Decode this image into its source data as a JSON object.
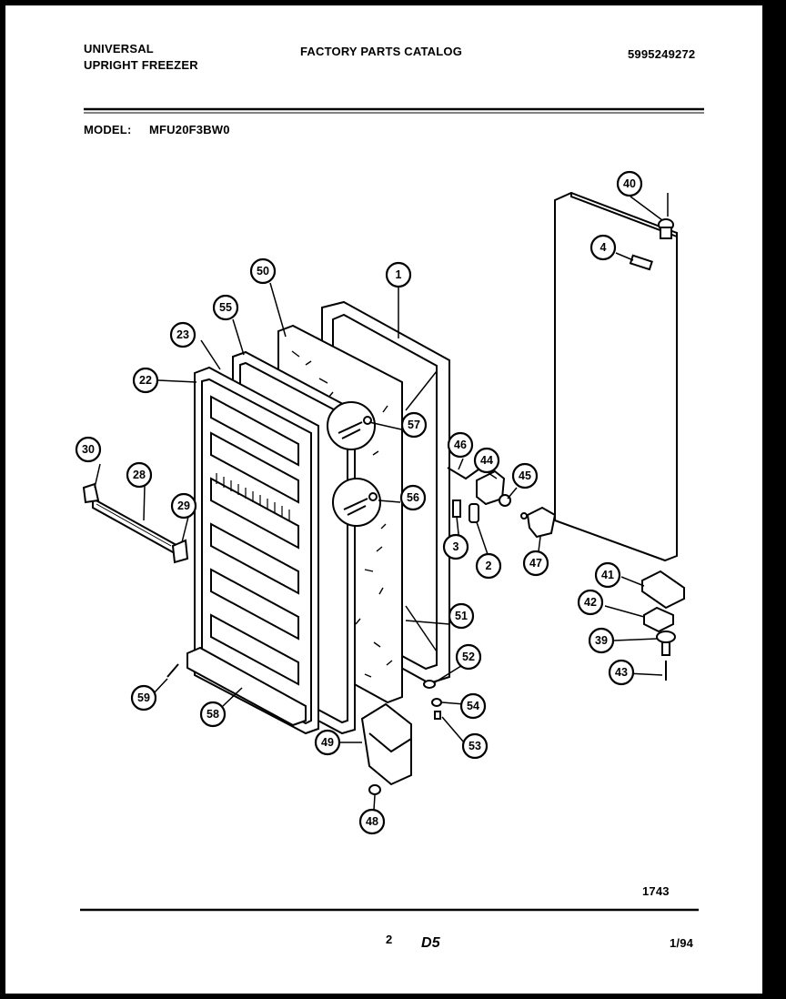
{
  "header": {
    "brand_line1": "UNIVERSAL",
    "brand_line2": "UPRIGHT FREEZER",
    "catalog_title": "FACTORY PARTS CATALOG",
    "catalog_number": "5995249272",
    "model_label": "MODEL:",
    "model_value": "MFU20F3BW0"
  },
  "footer": {
    "diagram_code": "1743",
    "page_number": "2",
    "section": "D5",
    "date": "1/94"
  },
  "callouts": [
    "1",
    "2",
    "3",
    "4",
    "22",
    "23",
    "28",
    "29",
    "30",
    "39",
    "40",
    "41",
    "42",
    "43",
    "44",
    "45",
    "46",
    "47",
    "48",
    "49",
    "50",
    "51",
    "52",
    "53",
    "54",
    "55",
    "56",
    "57",
    "58",
    "59"
  ]
}
